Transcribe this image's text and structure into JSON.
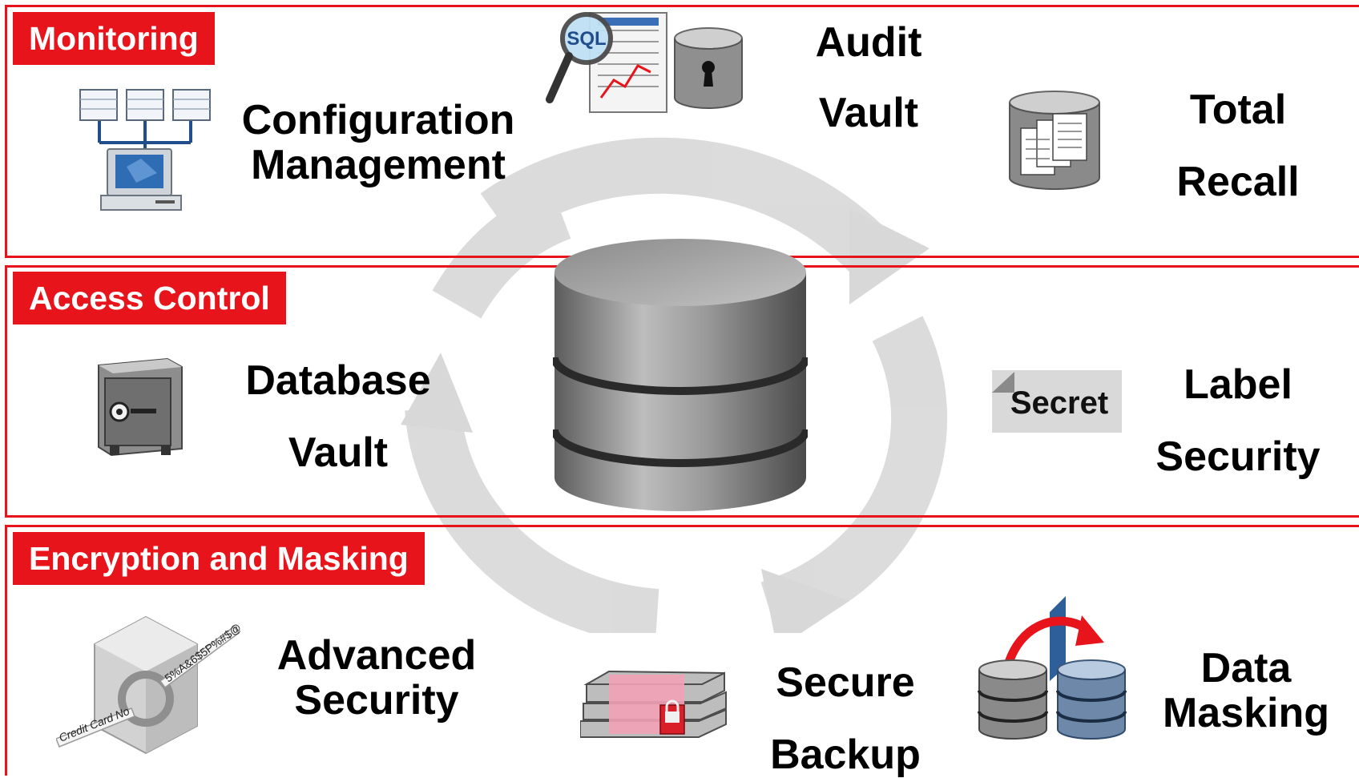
{
  "sections": {
    "monitoring": {
      "tag": "Monitoring",
      "items": {
        "config": {
          "line1": "Configuration",
          "line2": "Management",
          "icon": "network-computer-icon"
        },
        "audit": {
          "line1": "Audit",
          "line2": "Vault",
          "icon": "sql-report-vault-icon"
        },
        "recall": {
          "line1": "Total",
          "line2": "Recall",
          "icon": "document-database-icon"
        }
      }
    },
    "access": {
      "tag": "Access Control",
      "items": {
        "dbvault": {
          "line1": "Database",
          "line2": "Vault",
          "icon": "safe-icon"
        },
        "label": {
          "line1": "Label",
          "line2": "Security",
          "icon": "secret-label-icon",
          "sticker": "Secret"
        }
      }
    },
    "encryption": {
      "tag": "Encryption and Masking",
      "items": {
        "advanced": {
          "line1": "Advanced",
          "line2": "Security",
          "icon": "encryption-cube-icon",
          "card_text": "Credit Card No",
          "cipher_text": "5%A&6$5P%#$@"
        },
        "backup": {
          "line1": "Secure",
          "line2": "Backup",
          "icon": "locked-tape-backup-icon"
        },
        "masking": {
          "line1": "Data",
          "line2": "Masking",
          "icon": "database-copy-mask-icon"
        }
      }
    }
  },
  "center": {
    "icon": "database-icon"
  },
  "colors": {
    "accent": "#e8141c",
    "label": "#000000",
    "watermark": "#d6d6d6"
  }
}
